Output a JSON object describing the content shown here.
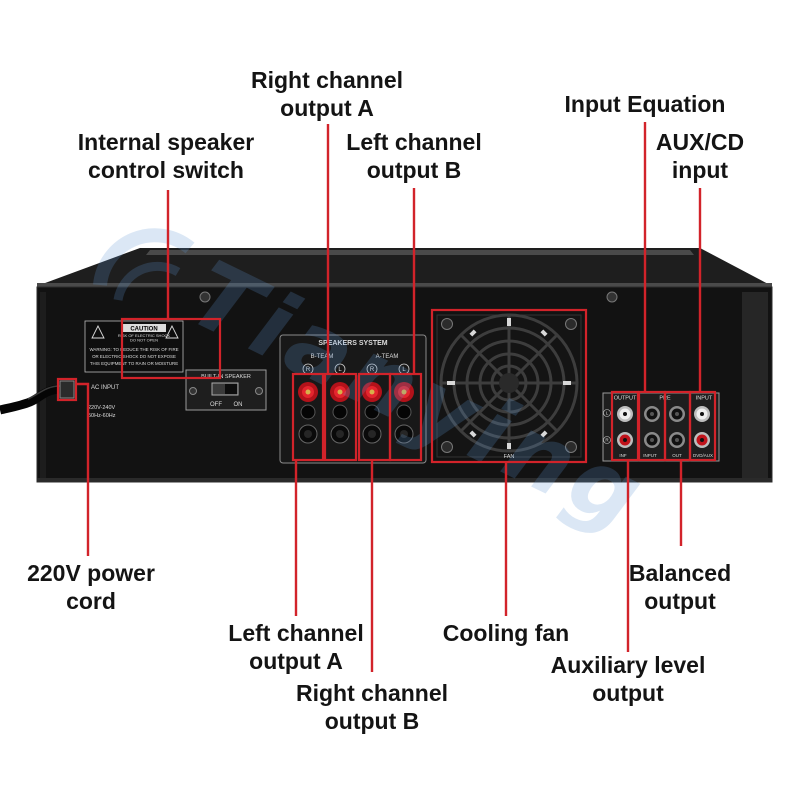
{
  "figure": {
    "background": "#ffffff",
    "callout_color": "#d2232a",
    "panel_color": "#121212",
    "binding_post_color": "#c0131b"
  },
  "callouts": {
    "right_channel_output_a": [
      "Right channel",
      "output A"
    ],
    "internal_speaker_switch": [
      "Internal speaker",
      "control switch"
    ],
    "left_channel_output_b": [
      "Left channel",
      "output B"
    ],
    "input_equation": [
      "Input Equation"
    ],
    "aux_cd_input": [
      "AUX/CD",
      "input"
    ],
    "power_cord": [
      "220V power",
      "cord"
    ],
    "left_channel_output_a": [
      "Left channel",
      "output A"
    ],
    "cooling_fan": [
      "Cooling fan"
    ],
    "balanced_output": [
      "Balanced",
      "output"
    ],
    "auxiliary_level_output": [
      "Auxiliary level",
      "output"
    ],
    "right_channel_output_b": [
      "Right channel",
      "output B"
    ]
  },
  "panel": {
    "warning_label": {
      "header": "CAUTION",
      "sub": [
        "RISK OF ELECTRIC SHOCK",
        "DO NOT OPEN"
      ],
      "lines": [
        "WARNING: TO REDUCE THE RISK OF FIRE",
        "OR ELECTRIC SHOCK DO NOT EXPOSE",
        "THIS EQUIPMENT TO RAIN OR MOISTURE"
      ]
    },
    "ac_input": [
      "AC INPUT",
      "220V-240V",
      "50Hz-60Hz"
    ],
    "speaker_switch": {
      "title": "BUILT-IN SPEAKER",
      "off": "OFF",
      "on": "ON"
    },
    "speakers_system": {
      "title": "SPEAKERS SYSTEM",
      "group_b": "B-TEAM",
      "group_a": "A-TEAM",
      "channels": [
        "R",
        "L",
        "R",
        "L"
      ]
    },
    "fan_label": "FAN",
    "io": {
      "top": [
        "OUTPUT",
        "PRE",
        "INPUT"
      ],
      "bottom": [
        "INF",
        "INPUT",
        "OUT",
        "DVD/AUX"
      ],
      "side": [
        "L",
        "R"
      ]
    }
  },
  "watermark": {
    "text": "Tianying"
  }
}
